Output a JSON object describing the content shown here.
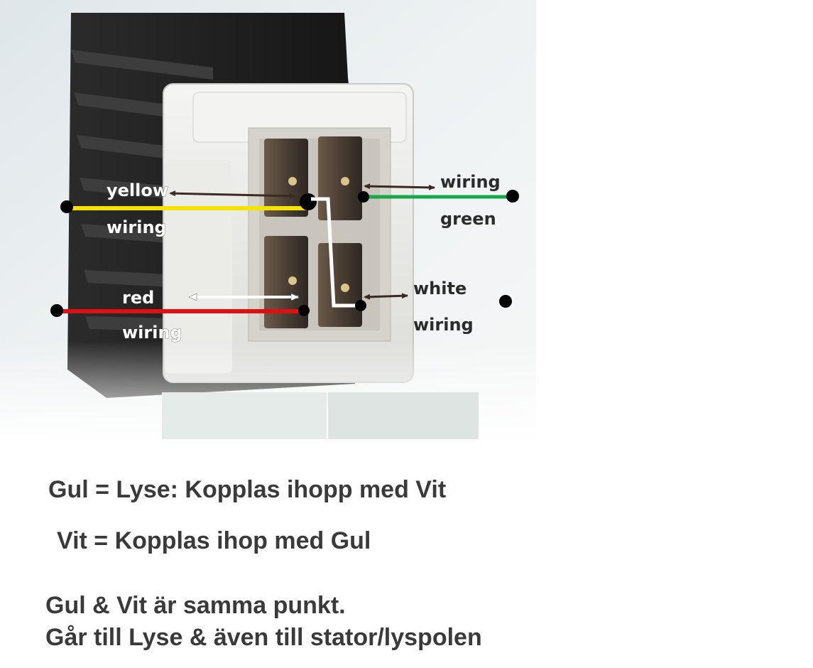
{
  "labels": {
    "yellow": "yellow",
    "yellow_sub": "wiring",
    "red": "red",
    "red_sub": "wiring",
    "green_top": "wiring",
    "green": "green",
    "white": "white",
    "white_sub": "wiring"
  },
  "notes": {
    "line1": "Gul = Lyse: Kopplas ihopp med Vit",
    "line2": "Vit = Kopplas ihop med Gul",
    "line3": "Gul &  Vit är samma punkt.",
    "line4": "Går till Lyse & även till stator/lyspolen"
  },
  "colors": {
    "yellow_wire": "#f4e300",
    "red_wire": "#e01010",
    "green_wire": "#18a64a",
    "white_wire": "#ffffff",
    "text": "#3a3a3a"
  }
}
